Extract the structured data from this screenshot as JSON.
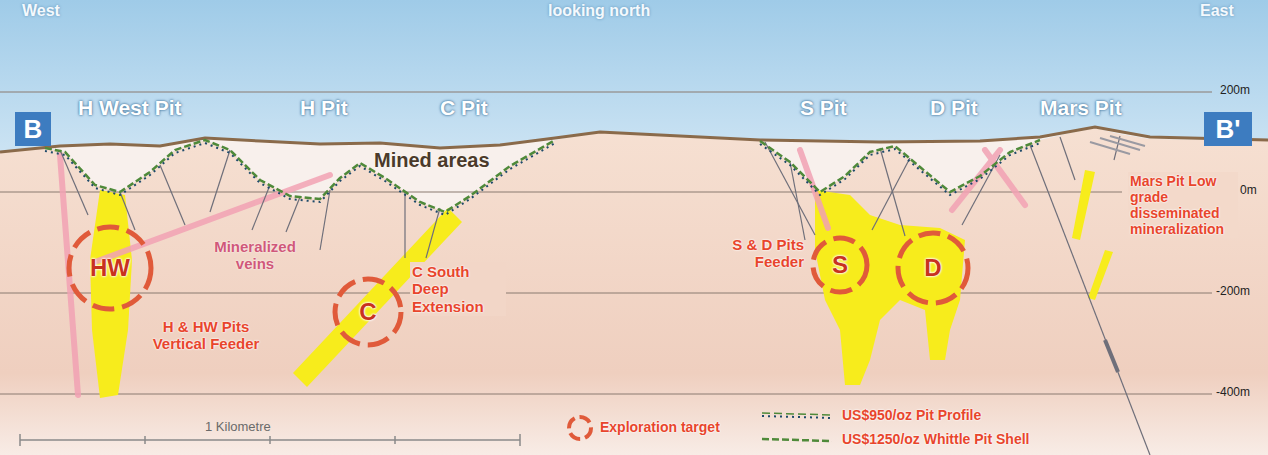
{
  "diagram": {
    "nodes": [
      {
        "text": [
          "B"
        ]
      },
      {
        "text": [
          "B'"
        ]
      },
      {
        "text": [
          "HW"
        ]
      },
      {
        "text": [
          "C"
        ]
      },
      {
        "text": [
          "S"
        ]
      },
      {
        "text": [
          "D"
        ]
      }
    ],
    "labels": [
      "West",
      "looking north",
      "East",
      "H West Pit",
      "H Pit",
      "C Pit",
      "S Pit",
      "D Pit",
      "Mars Pit",
      "200m",
      "Mined areas",
      "0m",
      "Mars Pit Low grade disseminated mineralization",
      "Mineralized veins",
      "S & D Pits Feeder",
      "-200m",
      "H & HW Pits Vertical Feeder",
      "C South Deep Extension",
      "-400m",
      "1 Kilometre"
    ],
    "legend": [
      {
        "text": "Exploration target"
      },
      {
        "text": "US$950/oz Pit Profile"
      },
      {
        "text": "US$1250/oz Whittle Pit Shell"
      }
    ]
  }
}
